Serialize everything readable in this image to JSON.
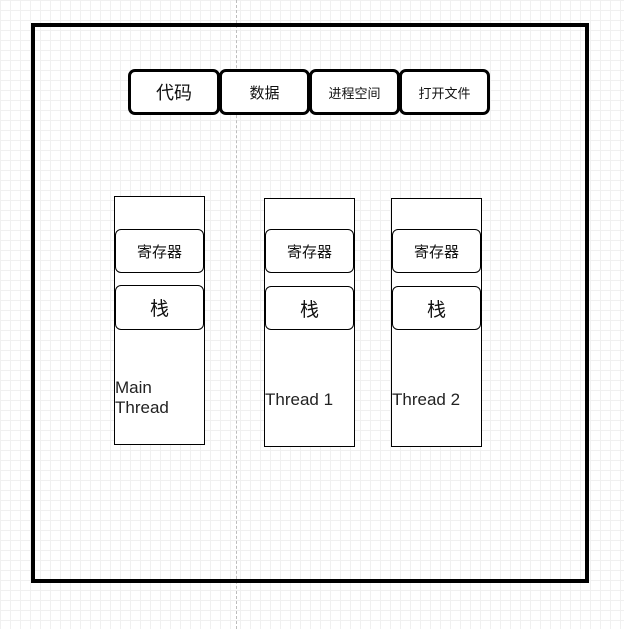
{
  "shared_resources": {
    "code": "代码",
    "data": "数据",
    "address_space": "进程空间",
    "open_files": "打开文件"
  },
  "threads": [
    {
      "name": "Main\nThread",
      "register": "寄存器",
      "stack": "栈"
    },
    {
      "name": "Thread 1",
      "register": "寄存器",
      "stack": "栈"
    },
    {
      "name": "Thread 2",
      "register": "寄存器",
      "stack": "栈"
    }
  ],
  "colors": {
    "stroke": "#000000",
    "grid": "#f0f0f0",
    "guide": "#bdbdbd"
  }
}
